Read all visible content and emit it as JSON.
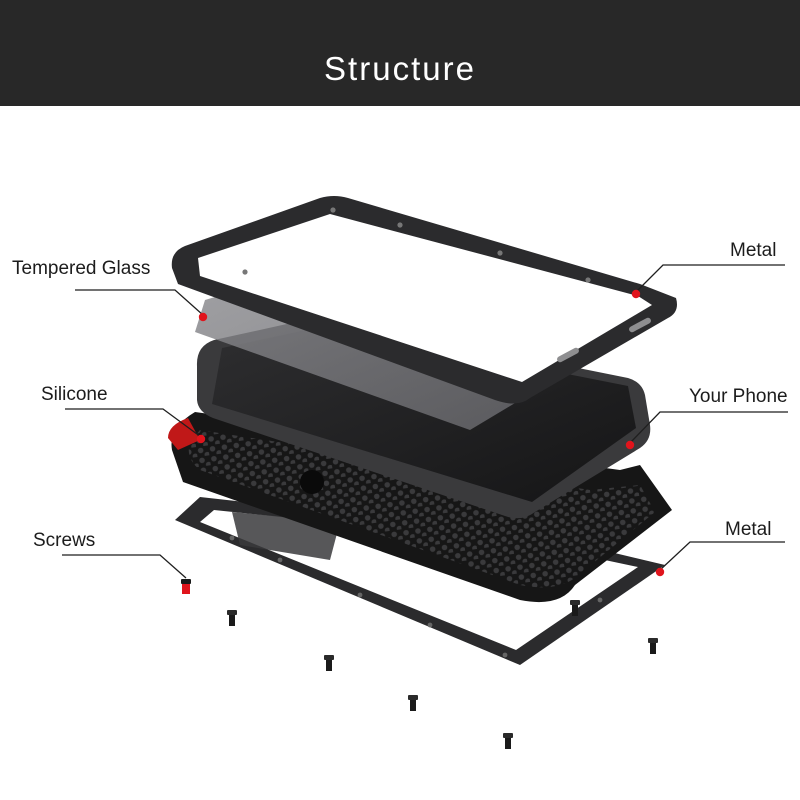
{
  "header": {
    "title": "Structure"
  },
  "labels": {
    "tempered_glass": "Tempered Glass",
    "silicone": "Silicone",
    "screws": "Screws",
    "metal_top": "Metal",
    "your_phone": "Your Phone",
    "metal_bottom": "Metal"
  },
  "colors": {
    "header_bg": "#282828",
    "marker": "#e0141c",
    "frame": "#2b2b2d"
  }
}
